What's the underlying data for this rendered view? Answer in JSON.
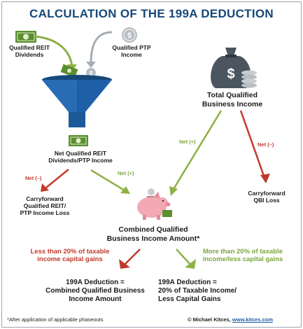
{
  "title": "CALCULATION OF THE 199A DEDUCTION",
  "labels": {
    "reit_dividends": "Qualified REIT\nDividends",
    "ptp_income": "Qualified PTP\nIncome",
    "total_qbi": "Total Qualified\nBusiness Income",
    "net_reit_ptp": "Net Qualified REIT\nDividends/PTP Income",
    "carryforward_reit_ptp": "Carryforward\nQualified REIT/\nPTP Income Loss",
    "carryforward_qbi": "Carryforward\nQBI Loss",
    "combined_amount": "Combined Qualified\nBusiness Income Amount*",
    "less_than": "Less than 20% of taxable\nincome capital gains",
    "more_than": "More than 20% of taxable\nincome/less capital gains",
    "result_left": "199A Deduction =\nCombined Qualified Business\nIncome Amount",
    "result_right": "199A Deduction =\n20% of Taxable Income/\nLess Capital Gains"
  },
  "arrow_labels": {
    "net_pos_left": "Net (+)",
    "net_neg_left": "Net (–)",
    "net_pos_right": "Net (+)",
    "net_neg_right": "Net (–)"
  },
  "footer": {
    "note": "*After application of applicable phaseouts",
    "credit": "© Michael Kitces,",
    "site": "www.kitces.com"
  },
  "colors": {
    "title": "#16487a",
    "funnel": "#1f5fa8",
    "green_arrow": "#8db045",
    "red_arrow": "#c0392b",
    "gray_arrow": "#a7adb4",
    "money": "#5a8f2e",
    "piggy": "#f2a9b4"
  }
}
